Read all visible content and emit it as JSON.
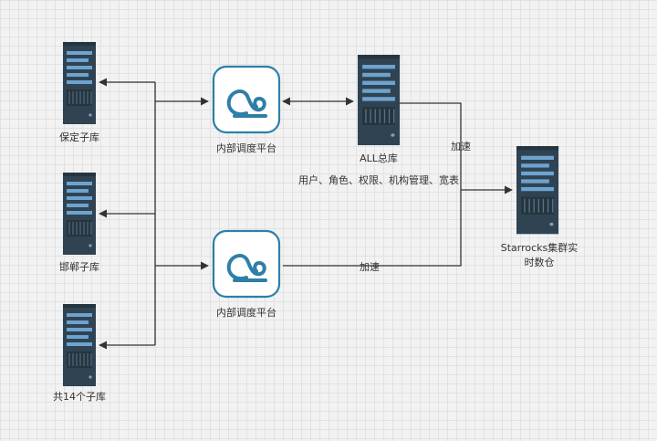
{
  "nodes": {
    "baoding": "保定子库",
    "handan": "邯郸子库",
    "total14": "共14个子库",
    "scheduler_top": "内部调度平台",
    "scheduler_bottom": "内部调度平台",
    "all_db": "ALL总库",
    "starrocks_line1": "Starrocks集群实",
    "starrocks_line2": "时数仓"
  },
  "edges": {
    "accel_top": "加速",
    "accel_bottom": "加速",
    "sync_note": "用户、角色、权限、机构管理、宽表"
  },
  "colors": {
    "server_body": "#2f4352",
    "server_dark": "#25353f",
    "server_bar": "#6fa3cf",
    "icon_stroke": "#2e7fa8",
    "line": "#333333"
  }
}
